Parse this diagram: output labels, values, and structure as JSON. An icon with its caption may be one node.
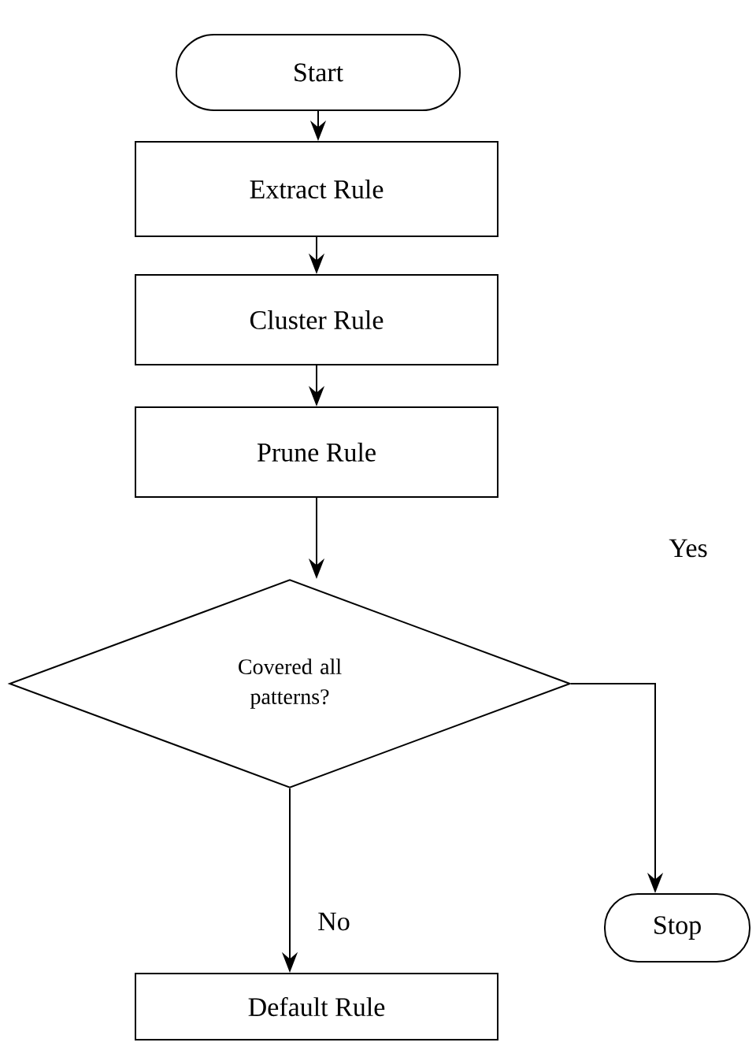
{
  "diagram": {
    "nodes": [
      {
        "text": [
          "Start"
        ]
      },
      {
        "text": [
          "Extract Rule"
        ]
      },
      {
        "text": [
          "Cluster Rule"
        ]
      },
      {
        "text": [
          "Prune Rule"
        ]
      },
      {
        "text": [
          "Covered all patterns?"
        ]
      },
      {
        "text": [
          "Stop"
        ]
      },
      {
        "text": [
          "Default Rule"
        ]
      }
    ],
    "edges": [
      {
        "from": 0,
        "to": 1,
        "arrow": "to"
      },
      {
        "from": 1,
        "to": 2,
        "arrow": "to"
      },
      {
        "from": 2,
        "to": 3,
        "arrow": "to"
      },
      {
        "from": 3,
        "to": 4,
        "arrow": "to"
      },
      {
        "from": 4,
        "to": 5,
        "arrow": "to",
        "label": "Yes"
      },
      {
        "from": 4,
        "to": 6,
        "arrow": "to",
        "label": "No"
      }
    ]
  }
}
